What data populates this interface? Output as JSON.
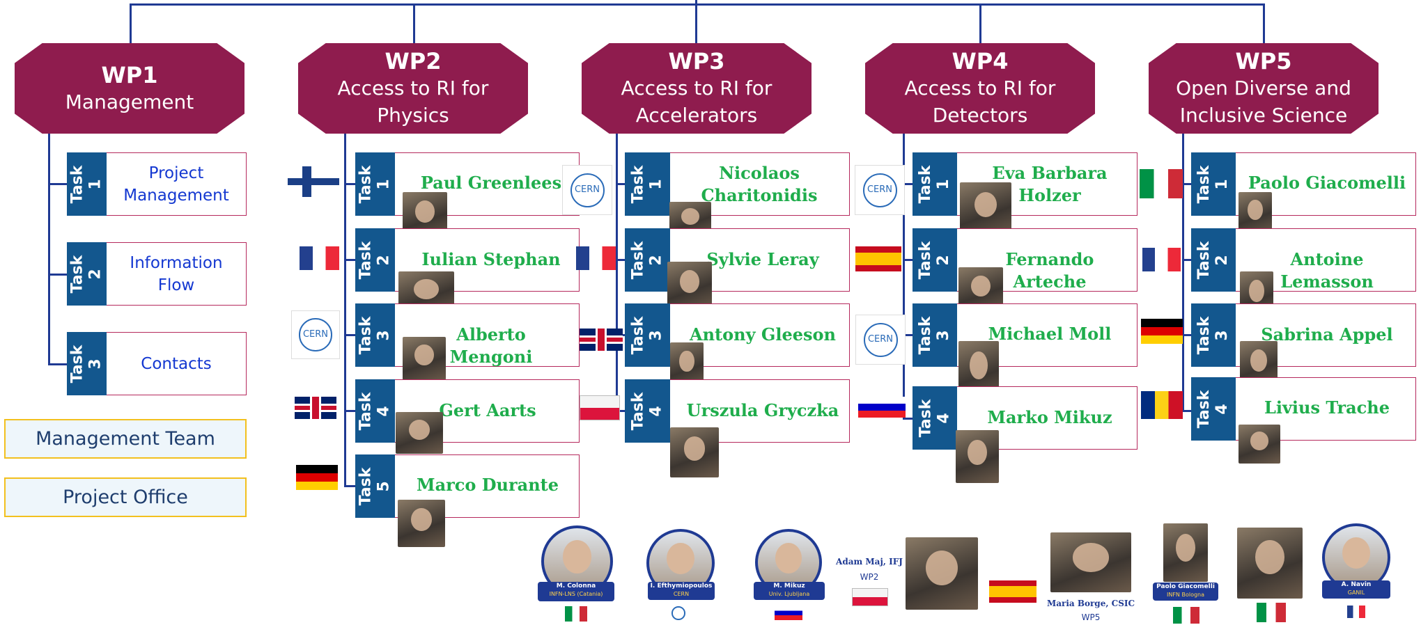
{
  "work_packages": [
    {
      "id": "WP1",
      "title": "Management"
    },
    {
      "id": "WP2",
      "title": "Access to RI for\nPhysics"
    },
    {
      "id": "WP3",
      "title": "Access to RI for\nAccelerators"
    },
    {
      "id": "WP4",
      "title": "Access to RI for\nDetectors"
    },
    {
      "id": "WP5",
      "title": "Open Diverse and\nInclusive Science"
    }
  ],
  "wp1_tasks": [
    {
      "label": "Task 1",
      "text": "Project\nManagement"
    },
    {
      "label": "Task 2",
      "text": "Information\nFlow"
    },
    {
      "label": "Task 3",
      "text": "Contacts"
    }
  ],
  "wp2_tasks": [
    {
      "label": "Task 1",
      "name": "Paul Greenlees",
      "flag": "finland"
    },
    {
      "label": "Task 2",
      "name": "Iulian Stephan",
      "flag": "france"
    },
    {
      "label": "Task 3",
      "name": "Alberto Mengoni",
      "flag": "cern"
    },
    {
      "label": "Task\n4",
      "name": "Gert Aarts",
      "flag": "united-kingdom"
    },
    {
      "label": "Task 5",
      "name": "Marco Durante",
      "flag": "germany"
    }
  ],
  "wp3_tasks": [
    {
      "label": "Task 1",
      "name": "Nicolaos\nCharitonidis",
      "flag": "cern"
    },
    {
      "label": "Task 2",
      "name": "Sylvie Leray",
      "flag": "france"
    },
    {
      "label": "Task 3",
      "name": "Antony Gleeson",
      "flag": "united-kingdom"
    },
    {
      "label": "Task 4",
      "name": "Urszula Gryczka",
      "flag": "poland"
    }
  ],
  "wp4_tasks": [
    {
      "label": "Task 1",
      "name": "Eva Barbara\nHolzer",
      "flag": "cern"
    },
    {
      "label": "Task 2",
      "name": "Fernando Arteche",
      "flag": "spain"
    },
    {
      "label": "Task 3",
      "name": "Michael Moll",
      "flag": "cern"
    },
    {
      "label": "Task\n4",
      "name": "Marko Mikuz",
      "flag": "slovenia"
    }
  ],
  "wp5_tasks": [
    {
      "label": "Task 1",
      "name": "Paolo Giacomelli",
      "flag": "italy"
    },
    {
      "label": "Task 2",
      "name": "Antoine Lemasson",
      "flag": "france"
    },
    {
      "label": "Task 3",
      "name": "Sabrina Appel",
      "flag": "germany"
    },
    {
      "label": "Task 4",
      "name": "Livius Trache",
      "flag": "romania"
    }
  ],
  "side_boxes": {
    "management_team": "Management Team",
    "project_office": "Project Office"
  },
  "cern_logo_text": "CERN",
  "team": {
    "colonna": {
      "name": "M. Colonna",
      "affil": "INFN-LNS (Catania)"
    },
    "efthymiopoulos": {
      "name": "I. Efthymiopoulos",
      "affil": "CERN"
    },
    "mikuz": {
      "name": "M. Mikuz",
      "affil": "Univ. Ljubljana"
    },
    "maj": {
      "name": "Adam Maj, IFJ",
      "wp": "WP2"
    },
    "borge": {
      "name": "Maria Borge, CSIC",
      "wp": "WP5"
    },
    "giacomelli": {
      "name": "Paolo Giacomelli",
      "affil": "INFN Bologna"
    },
    "navin": {
      "name": "A. Navin",
      "affil": "GANIL"
    }
  },
  "colors": {
    "wp_fill": "#8f1c4e",
    "task_tab": "#13578e",
    "name_green": "#1fad4c",
    "connector": "#1f3a93",
    "side_box_border": "#f2c01e"
  }
}
